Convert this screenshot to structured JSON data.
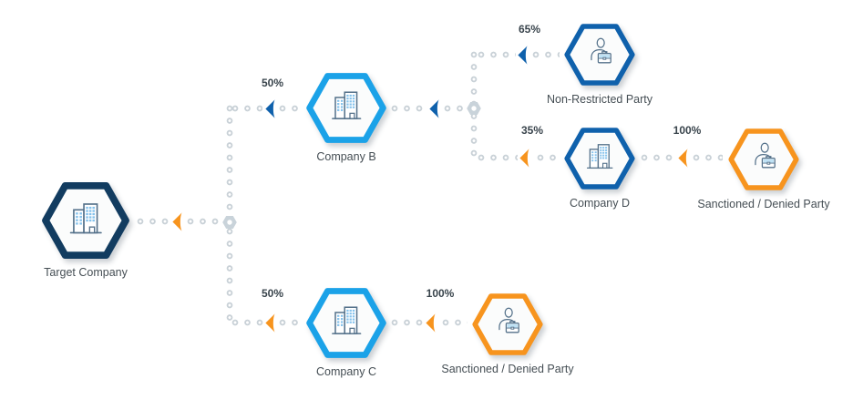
{
  "diagram": {
    "type": "ownership-structure",
    "background": "#FFFFFF",
    "nodes": {
      "target_company": {
        "label": "Target Company",
        "icon": "building-icon",
        "border_color": "#123C60"
      },
      "company_b": {
        "label": "Company B",
        "icon": "building-icon",
        "border_color": "#1BA2E8"
      },
      "company_c": {
        "label": "Company C",
        "icon": "building-icon",
        "border_color": "#1BA2E8"
      },
      "non_restricted_party": {
        "label": "Non-Restricted Party",
        "icon": "person-briefcase-icon",
        "border_color": "#0F61AC"
      },
      "company_d": {
        "label": "Company D",
        "icon": "building-icon",
        "border_color": "#0F61AC"
      },
      "sanctioned_party_top": {
        "label": "Sanctioned / Denied Party",
        "icon": "person-briefcase-icon",
        "border_color": "#F7941E"
      },
      "sanctioned_party_bottom": {
        "label": "Sanctioned / Denied Party",
        "icon": "person-briefcase-icon",
        "border_color": "#F7941E"
      }
    },
    "edges": {
      "hub_to_target": {
        "from": "company_b_and_c_hub",
        "to": "target_company",
        "percent": "",
        "arrow_color": "#F7941E"
      },
      "company_b_to_target_hub": {
        "from": "company_b",
        "to": "target_company",
        "percent": "50%",
        "arrow_color": "#0F61AC"
      },
      "company_c_to_target_hub": {
        "from": "company_c",
        "to": "target_company",
        "percent": "50%",
        "arrow_color": "#F7941E"
      },
      "hub2_to_company_b": {
        "from": "company_d_hub",
        "to": "company_b",
        "percent": "",
        "arrow_color": "#0F61AC"
      },
      "non_restricted_to_company_b": {
        "from": "non_restricted_party",
        "to": "company_b",
        "percent": "65%",
        "arrow_color": "#0F61AC"
      },
      "company_d_to_company_b": {
        "from": "company_d",
        "to": "company_b",
        "percent": "35%",
        "arrow_color": "#F7941E"
      },
      "sanctioned_to_company_d": {
        "from": "sanctioned_party_top",
        "to": "company_d",
        "percent": "100%",
        "arrow_color": "#F7941E"
      },
      "sanctioned_to_company_c": {
        "from": "sanctioned_party_bottom",
        "to": "company_c",
        "percent": "100%",
        "arrow_color": "#F7941E"
      }
    },
    "colors": {
      "navy": "#123C60",
      "bright_blue": "#1BA2E8",
      "medium_blue": "#0F61AC",
      "orange": "#F7941E",
      "connector_dot": "#C9D1D7",
      "junction_fill": "#C9D3DA",
      "label_text": "#454E54",
      "percent_text": "#39444C",
      "icon_outline": "#54718A",
      "icon_window_blue": "#85C2EC",
      "hexagon_fill": "#FBFCFC"
    }
  }
}
